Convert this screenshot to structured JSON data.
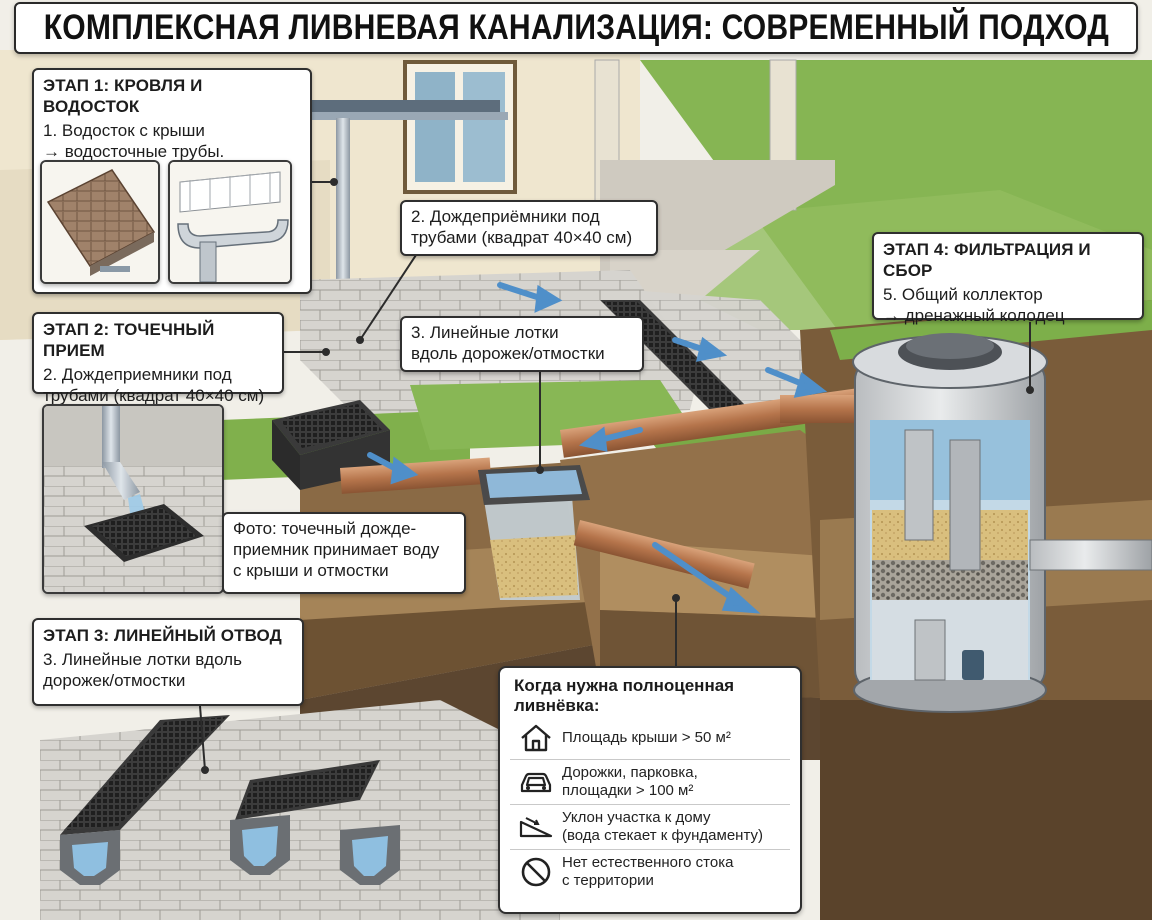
{
  "title": "КОМПЛЕКСНАЯ ЛИВНЕВАЯ КАНАЛИЗАЦИЯ: СОВРЕМЕННЫЙ ПОДХОД",
  "stage1": {
    "heading": "ЭТАП 1: КРОВЛЯ И ВОДОСТОК",
    "lines": [
      "1. Водосток с крыши",
      "→ водосточные трубы."
    ]
  },
  "stage2": {
    "heading": "ЭТАП 2: ТОЧЕЧНЫЙ ПРИЕМ",
    "lines": [
      "2. Дождеприемники под",
      "трубами (квадрат 40×40 см)"
    ]
  },
  "stage3": {
    "heading": "ЭТАП 3: ЛИНЕЙНЫЙ ОТВОД",
    "lines": [
      "3. Линейные лотки вдоль",
      "дорожек/отмостки"
    ]
  },
  "stage4": {
    "heading": "ЭТАП 4: ФИЛЬТРАЦИЯ И СБОР",
    "lines": [
      "5. Общий коллектор",
      "→ дренажный колодец"
    ]
  },
  "label_point_receivers": [
    "2. Дождеприёмники под",
    "трубами (квадрат 40×40 см)"
  ],
  "label_linear_trays": [
    "3. Линейные лотки",
    "вдоль дорожек/отмостки"
  ],
  "photo_caption": [
    "Фото: точечный дожде-",
    "приемник принимает воду",
    "с крыши и отмостки"
  ],
  "need": {
    "title": [
      "Когда нужна полноценная",
      "ливнёвка:"
    ],
    "items": [
      {
        "icon": "house-icon",
        "lines": [
          "Площадь крыши > 50 м²"
        ]
      },
      {
        "icon": "car-icon",
        "lines": [
          "Дорожки, парковка,",
          "площадки > 100 м²"
        ]
      },
      {
        "icon": "slope-icon",
        "lines": [
          "Уклон участка к дому",
          "(вода стекает к фундаменту)"
        ]
      },
      {
        "icon": "no-entry-icon",
        "lines": [
          "Нет естественного стока",
          "с территории"
        ]
      }
    ]
  },
  "colors": {
    "grass": "#7fb04a",
    "soil": "#8a6a45",
    "pipe": "#b87a52",
    "water": "#5b9fd6",
    "concrete": "#c9c9c4",
    "wall": "#efe6cf"
  }
}
